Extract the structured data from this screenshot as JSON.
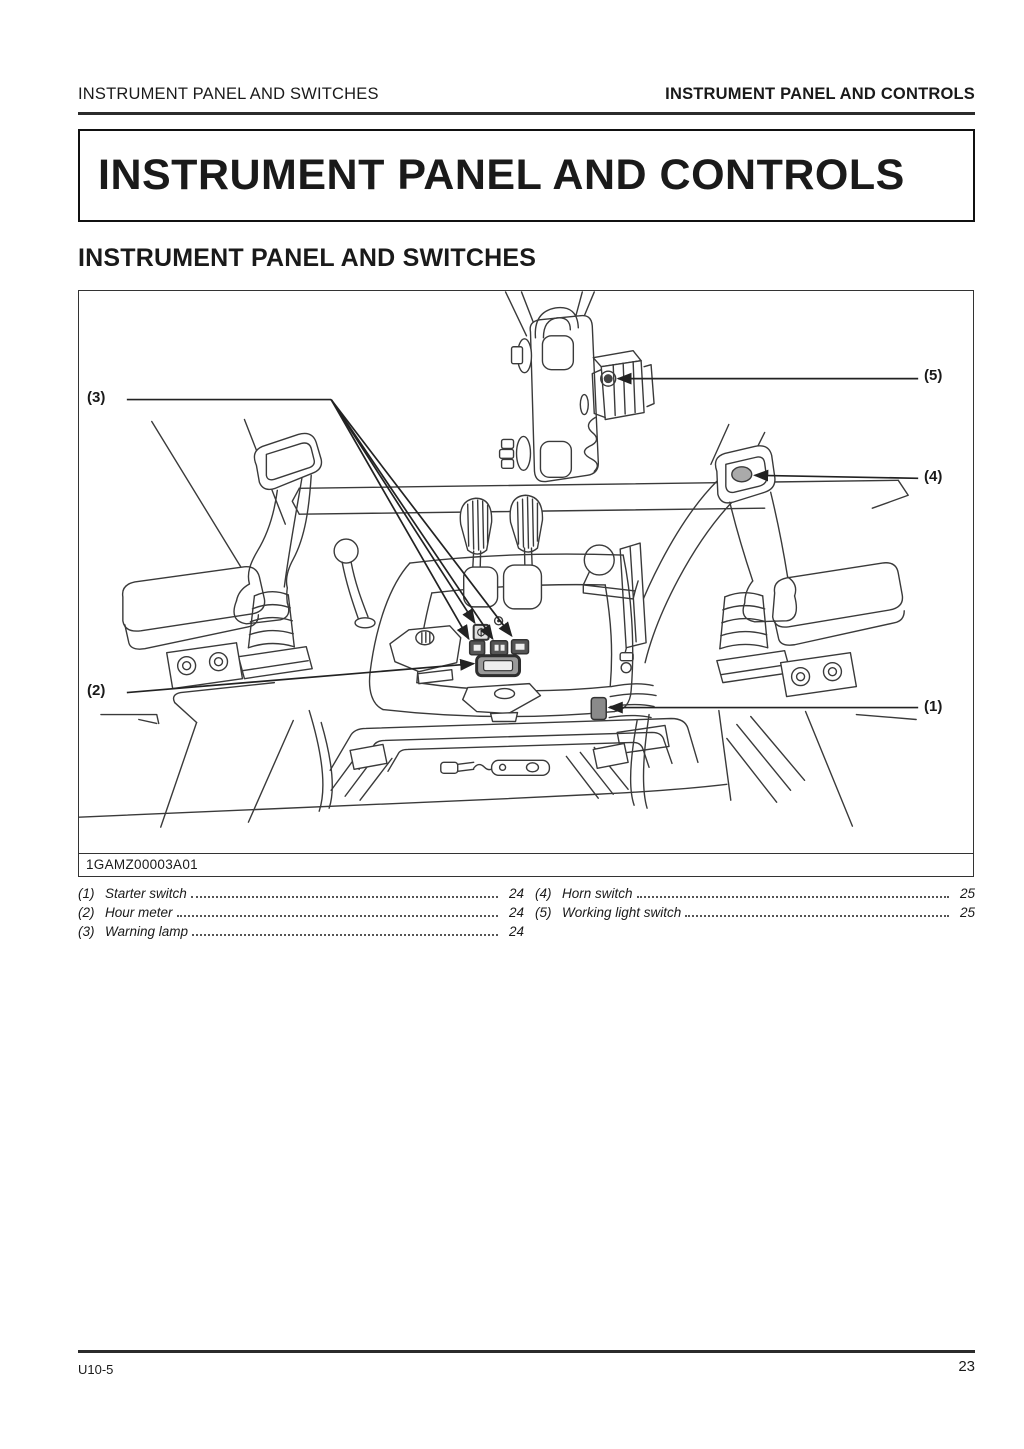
{
  "page": {
    "header_left": "INSTRUMENT PANEL AND SWITCHES",
    "header_right": "INSTRUMENT PANEL AND CONTROLS",
    "title": "INSTRUMENT PANEL AND CONTROLS",
    "section_heading": "INSTRUMENT PANEL AND SWITCHES",
    "footer_left": "U10-5",
    "page_number": "23"
  },
  "figure": {
    "caption": "1GAMZ00003A01",
    "callouts": [
      {
        "label": "(1)"
      },
      {
        "label": "(2)"
      },
      {
        "label": "(3)"
      },
      {
        "label": "(4)"
      },
      {
        "label": "(5)"
      }
    ]
  },
  "legend": {
    "columns": [
      {
        "items": [
          {
            "num": "(1)",
            "label": "Starter switch",
            "page": "24"
          },
          {
            "num": "(2)",
            "label": "Hour meter",
            "page": "24"
          },
          {
            "num": "(3)",
            "label": "Warning lamp",
            "page": "24"
          }
        ]
      },
      {
        "items": [
          {
            "num": "(4)",
            "label": "Horn switch",
            "page": "25"
          },
          {
            "num": "(5)",
            "label": "Working light switch",
            "page": "25"
          }
        ]
      }
    ]
  },
  "colors": {
    "line": "#3a3a3a",
    "text": "#1a1a1a",
    "horn_button": "#aaaaaa",
    "switch_dark": "#555555"
  }
}
